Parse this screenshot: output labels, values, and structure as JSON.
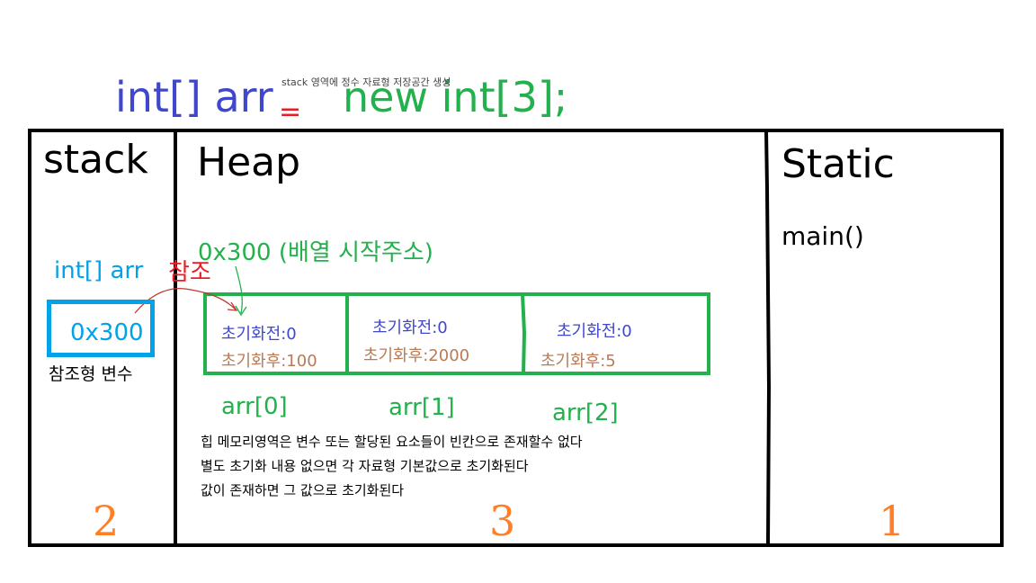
{
  "code": {
    "left": "int[] arr",
    "equals": "=",
    "right": "new int[3];",
    "annotation": "stack 영역에 정수 자료형 저장공간 생성"
  },
  "regions": {
    "stack": {
      "title": "stack",
      "number": "2"
    },
    "heap": {
      "title": "Heap",
      "number": "3"
    },
    "static": {
      "title": "Static",
      "number": "1",
      "method": "main()"
    }
  },
  "stack_var": {
    "declaration": "int[] arr",
    "value": "0x300",
    "caption": "참조형 변수",
    "reference_label": "참조"
  },
  "heap": {
    "address_label": "0x300 (배열 시작주소)",
    "cells": [
      {
        "index": "arr[0]",
        "before": "초기화전:0",
        "after": "초기화후:100"
      },
      {
        "index": "arr[1]",
        "before": "초기화전:0",
        "after": "초기화후:2000"
      },
      {
        "index": "arr[2]",
        "before": "초기화전:0",
        "after": "초기화후:5"
      }
    ],
    "notes": [
      "힙 메모리영역은 변수 또는 할당된 요소들이 빈칸으로 존재할수 없다",
      "별도 초기화 내용 없으면 각 자료형 기본값으로 초기화된다",
      "값이 존재하면 그 값으로 초기화된다"
    ]
  },
  "colors": {
    "frame": "#000000",
    "stack_blue": "#00a2e8",
    "array_green": "#22b14c",
    "code_blue": "#3f48cc",
    "reference_red": "#ed1c24",
    "after_brown": "#b97a57",
    "number_orange": "#ff7f27"
  }
}
